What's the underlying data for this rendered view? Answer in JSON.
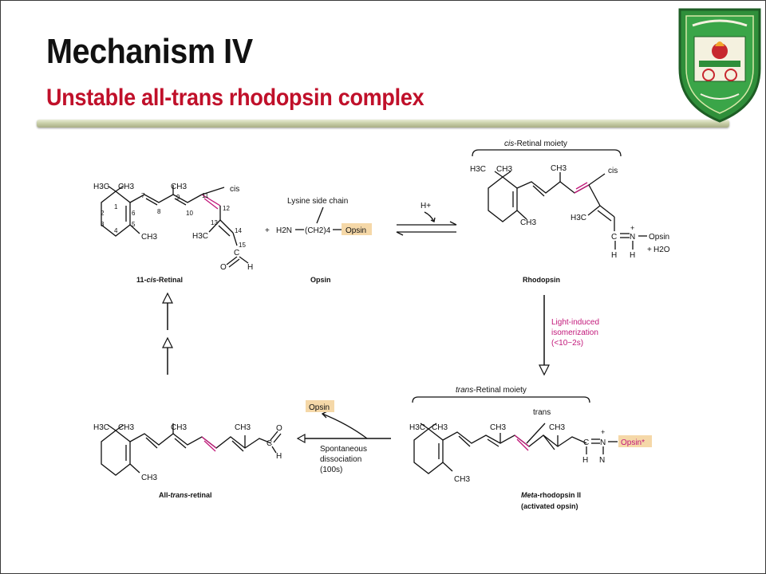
{
  "slide": {
    "title": "Mechanism IV",
    "subtitle": "Unstable all-trans rhodopsin complex",
    "colors": {
      "title": "#111111",
      "subtitle": "#c0102a",
      "highlight_bond": "#c2187a",
      "box_fill": "#f5d8a8"
    }
  },
  "logo": {
    "icon": "university-seal"
  },
  "diagram": {
    "retinal_11cis": {
      "name_prefix": "11-",
      "name_italic": "cis",
      "name_suffix": "-Retinal",
      "h3c": "H3C",
      "ch3_a": "CH3",
      "ch3_b": "CH3",
      "ch3_c": "CH3",
      "h3c_b": "H3C",
      "cis": "cis",
      "n1": "1",
      "n2": "2",
      "n3": "3",
      "n4": "4",
      "n5": "5",
      "n6": "6",
      "n7": "7",
      "n8": "8",
      "n9": "9",
      "n10": "10",
      "n11": "11",
      "n12": "12",
      "n13": "13",
      "n14": "14",
      "n15": "15",
      "c": "C",
      "o": "O",
      "h": "H"
    },
    "opsin_reactant": {
      "side_chain": "Lysine side chain",
      "plus": "+",
      "h2n": "H2N",
      "ch2": "(CH2)4",
      "box": "Opsin",
      "name": "Opsin"
    },
    "equilibrium": {
      "h_plus": "H+"
    },
    "rhodopsin": {
      "moiety_prefix": "",
      "moiety_italic": "cis",
      "moiety_suffix": "-Retinal moiety",
      "h3c": "H3C",
      "ch3_a": "CH3",
      "ch3_b": "CH3",
      "ch3_c": "CH3",
      "h3c_b": "H3C",
      "cis": "cis",
      "c": "C",
      "n": "N",
      "plus": "+",
      "opsin": "Opsin",
      "h1": "H",
      "h2": "H",
      "water_plus": "+",
      "water": "H2O",
      "name": "Rhodopsin"
    },
    "light": {
      "line1": "Light-induced",
      "line2": "isomerization",
      "line3": "(<10−2s)"
    },
    "metarhodopsin": {
      "moiety_italic": "trans",
      "moiety_suffix": "-Retinal moiety",
      "h3c": "H3C",
      "ch3_a": "CH3",
      "ch3_b": "CH3",
      "ch3_c": "CH3",
      "ch3_d": "CH3",
      "trans": "trans",
      "c": "C",
      "n": "N",
      "plus": "+",
      "opsin_star": "Opsin*",
      "h": "H",
      "n2": "N",
      "name_italic": "Meta",
      "name_suffix": "-rhodopsin II",
      "name2": "(activated opsin)"
    },
    "dissociation": {
      "opsin_box": "Opsin",
      "line1": "Spontaneous",
      "line2": "dissociation",
      "line3": "(100s)"
    },
    "all_trans": {
      "h3c": "H3C",
      "ch3_a": "CH3",
      "ch3_b": "CH3",
      "ch3_c": "CH3",
      "ch3_d": "CH3",
      "c": "C",
      "o": "O",
      "h": "H",
      "name_prefix": "All-",
      "name_italic": "trans",
      "name_suffix": "-retinal"
    }
  }
}
